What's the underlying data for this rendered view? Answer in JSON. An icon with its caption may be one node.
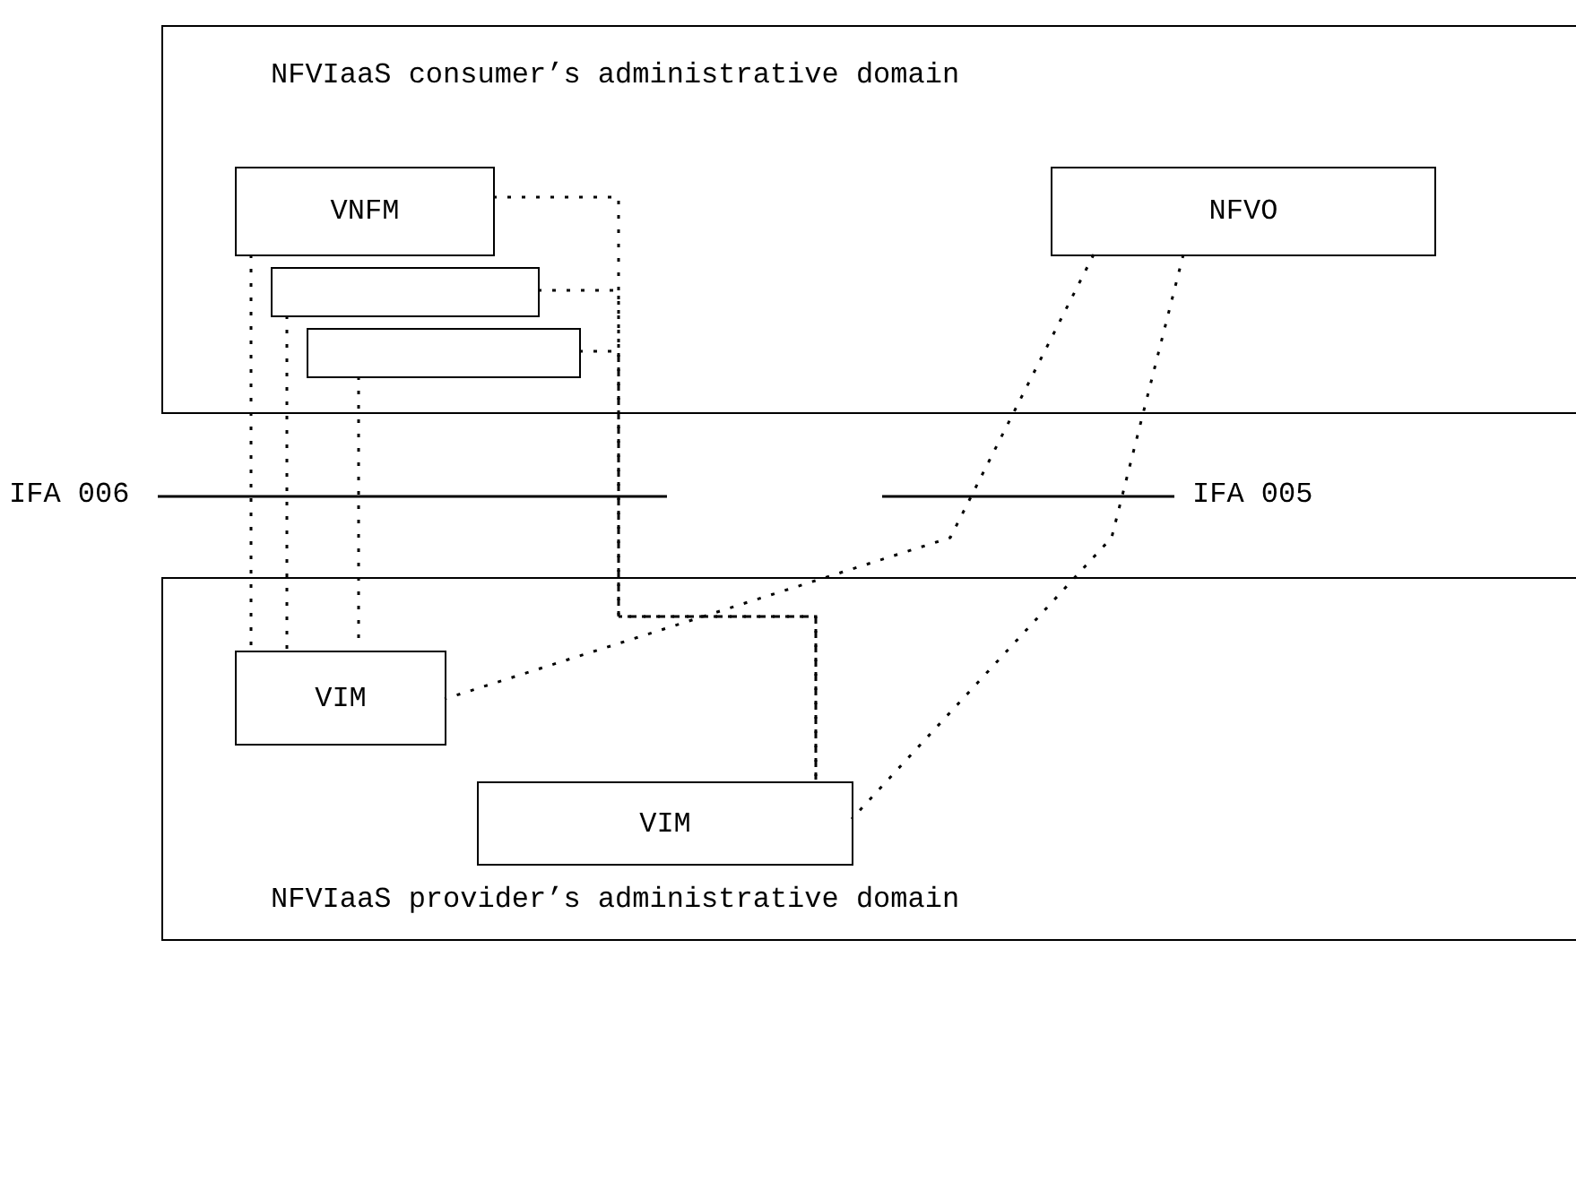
{
  "diagram": {
    "nodes": [
      {
        "text": [
          "NFVIaaS consumer’s administrative domain"
        ]
      },
      {
        "text": [
          "VNFM"
        ],
        "in": 0
      },
      {
        "text": [],
        "shape": "box",
        "in": 0
      },
      {
        "text": [],
        "shape": "box",
        "in": 0
      },
      {
        "text": [
          "NFVO"
        ],
        "in": 0
      },
      {
        "text": [
          "NFVIaaS provider’s administrative domain"
        ]
      },
      {
        "text": [
          "VIM"
        ],
        "in": 5
      },
      {
        "text": [
          "VIM"
        ],
        "in": 5
      }
    ],
    "edges": [
      {
        "from": 1,
        "to": 6,
        "arrow": "none",
        "style": "dashed"
      },
      {
        "from": 2,
        "to": 6,
        "arrow": "none",
        "style": "dashed"
      },
      {
        "from": 3,
        "to": 6,
        "arrow": "none",
        "style": "dashed"
      },
      {
        "from": 1,
        "to": 7,
        "arrow": "none",
        "style": "dashed"
      },
      {
        "from": 2,
        "to": 7,
        "arrow": "none",
        "style": "dashed"
      },
      {
        "from": 3,
        "to": 7,
        "arrow": "none",
        "style": "dashed"
      },
      {
        "from": 4,
        "to": 6,
        "arrow": "none",
        "style": "dashed"
      },
      {
        "from": 4,
        "to": 7,
        "arrow": "none",
        "style": "dashed"
      }
    ],
    "labels": [
      "IFA 006",
      "IFA 005"
    ]
  }
}
